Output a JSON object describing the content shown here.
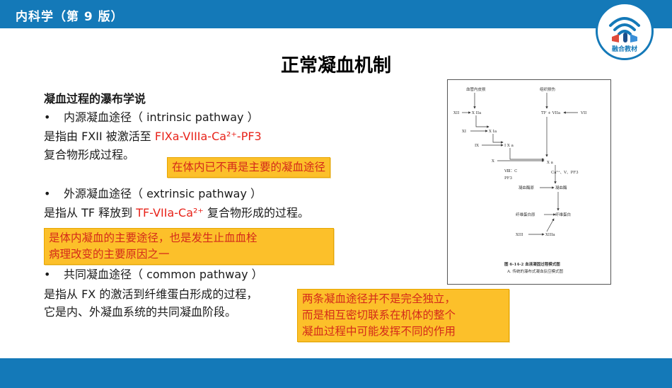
{
  "header": {
    "title": "内科学（第 9 版）",
    "logo_label": "融合教材"
  },
  "page": {
    "title": "正常凝血机制"
  },
  "content": {
    "heading": "凝血过程的瀑布学说",
    "bullet": "•",
    "intrinsic": {
      "label": "内源凝血途径（ intrinsic pathway ）",
      "desc_prefix": "是指由 FXII 被激活至 ",
      "desc_red": "FIXa-VIIIa-Ca²⁺-PF3",
      "desc_suffix": "复合物形成过程。"
    },
    "extrinsic": {
      "label": "外源凝血途径（ extrinsic pathway ）",
      "desc_prefix": "是指从 TF 释放到 ",
      "desc_red": "TF-VIIa-Ca²⁺",
      "desc_suffix": " 复合物形成的过程。"
    },
    "common": {
      "label": "共同凝血途径（ common pathway ）",
      "desc_line1": "是指从 FX 的激活到纤维蛋白形成的过程，",
      "desc_line2": "它是内、外凝血系统的共同凝血阶段。"
    }
  },
  "notes": {
    "note1": "在体内已不再是主要的凝血途径",
    "note2_line1": "是体内凝血的主要途径，也是发生止血血栓",
    "note2_line2": "病理改变的主要原因之一",
    "note3_line1": "两条凝血途径并不是完全独立，",
    "note3_line2": "而是相互密切联系在机体的整个",
    "note3_line3": "凝血过程中可能发挥不同的作用"
  },
  "figure": {
    "labels": {
      "vessel": "血管内皮损",
      "tissue": "组织损伤",
      "xii": "XII",
      "xiia": "X IIa",
      "xi": "XI",
      "xia": "X Ia",
      "ix": "IX",
      "ixa": "I X a",
      "tf": "TF + VIIa",
      "vii": "VII",
      "x": "X",
      "xa": "X a",
      "viii": "Ⅷ：C",
      "pf3": "PF3",
      "cofactors": "Ca²⁺、V、PF3",
      "prothrombin": "凝血酶原",
      "thrombin": "凝血酶",
      "fibrinogen": "纤维蛋白原",
      "fibrin": "纤维蛋白",
      "xiii": "XIII",
      "xiiia": "XIIIa"
    },
    "caption_line1": "图 6-14-2 血液凝固过程模式图",
    "caption_line2": "A. 传统的瀑布式凝血反应模式图"
  }
}
